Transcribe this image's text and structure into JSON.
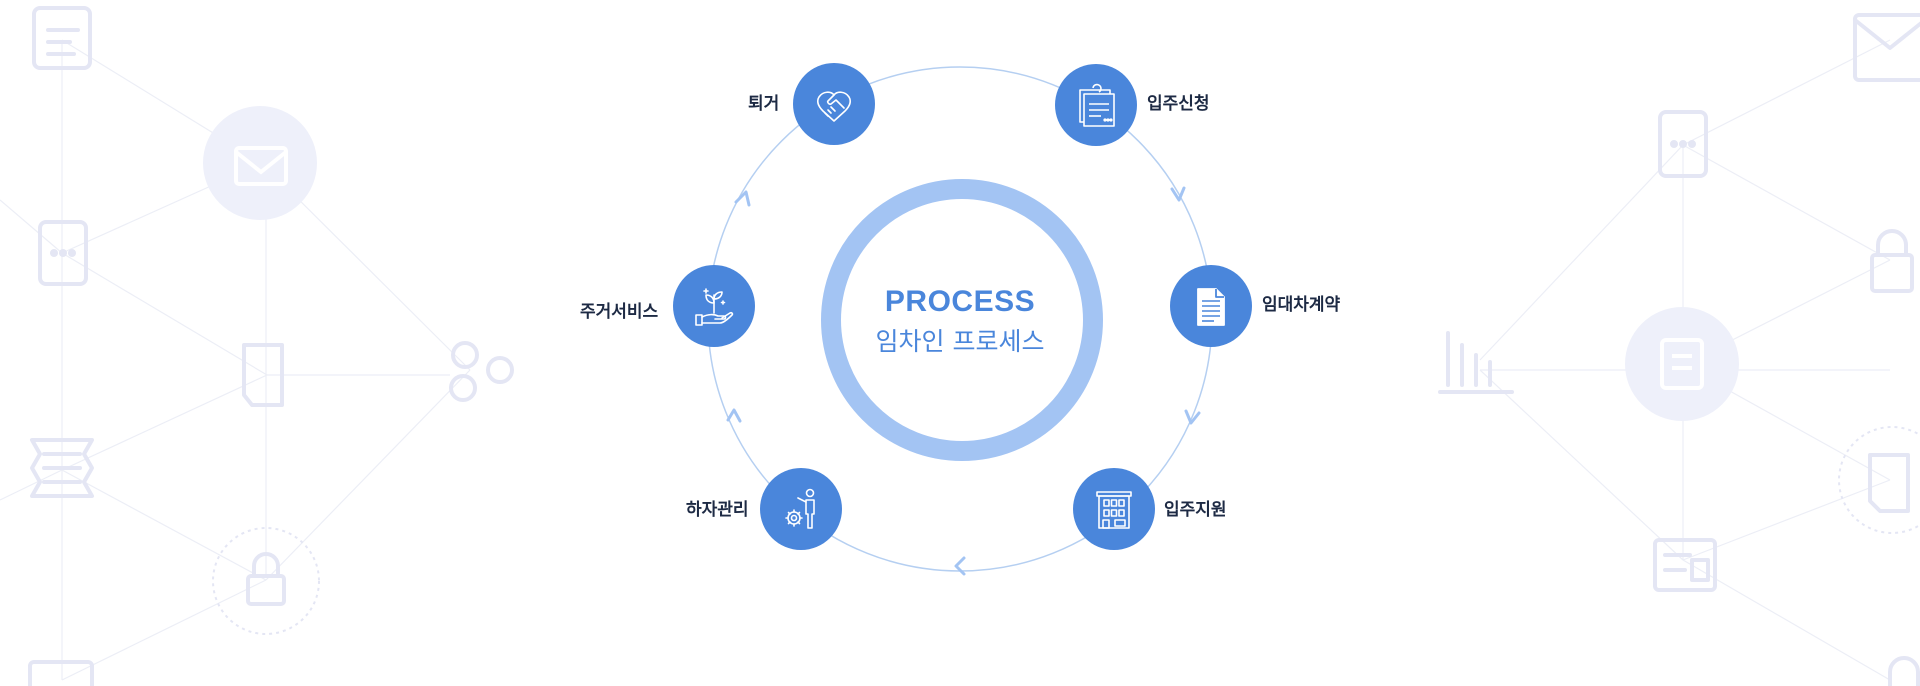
{
  "center": {
    "title": "PROCESS",
    "subtitle": "임차인 프로세스"
  },
  "steps": [
    {
      "label": "입주신청",
      "icon": "application-form-icon"
    },
    {
      "label": "임대차계약",
      "icon": "contract-document-icon"
    },
    {
      "label": "입주지원",
      "icon": "building-icon"
    },
    {
      "label": "하자관리",
      "icon": "maintenance-worker-icon"
    },
    {
      "label": "주거서비스",
      "icon": "plant-in-hand-icon"
    },
    {
      "label": "퇴거",
      "icon": "handshake-icon"
    }
  ],
  "colors": {
    "accent": "#4a86db",
    "ring": "#a3c4f3",
    "orbit": "#b5cff1",
    "label": "#1d2a44",
    "background_icons": "#e4e6f4"
  }
}
